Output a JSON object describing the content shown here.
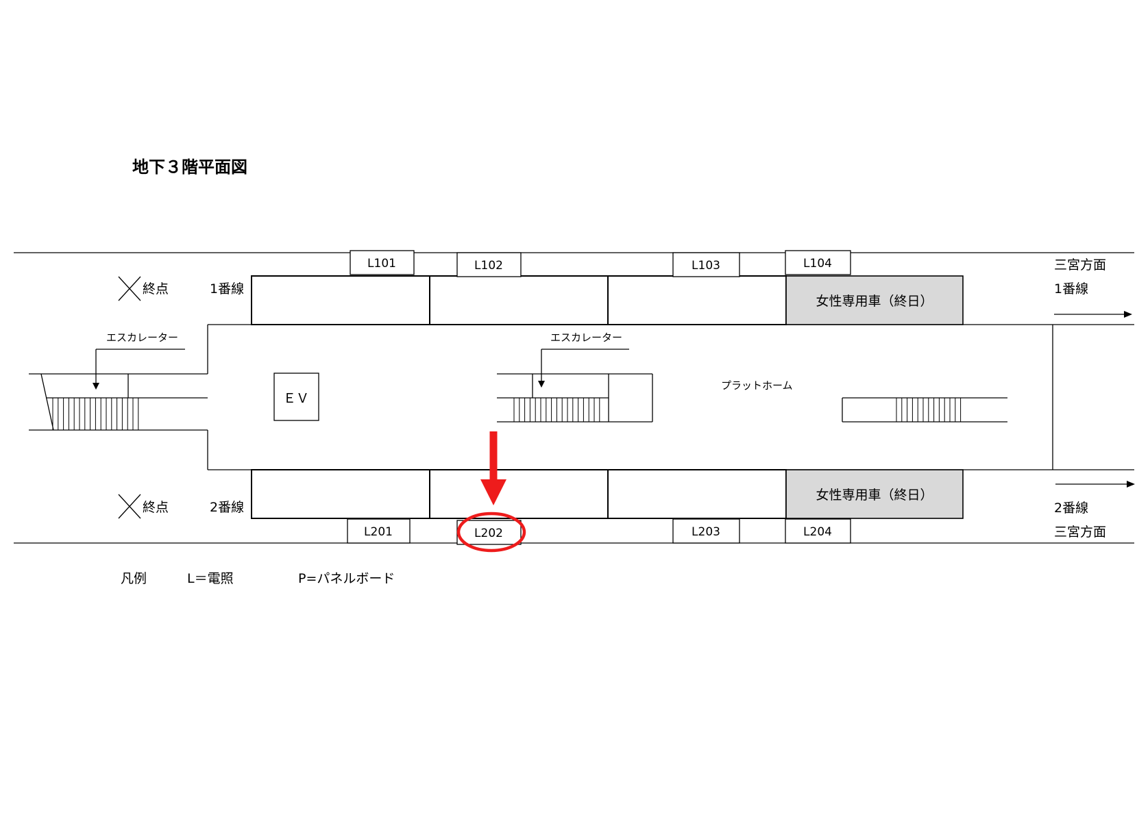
{
  "title": "地下３階平面図",
  "terminal": {
    "mark_label": "終点"
  },
  "tracks": {
    "track1": "1番線",
    "track2": "2番線"
  },
  "direction": {
    "sannomiya": "三宮方面",
    "track1": "1番線",
    "track2": "2番線"
  },
  "escalator_label": "エスカレーター",
  "elevator_label": "ＥＶ",
  "platform_label": "プラットホーム",
  "women_car_label": "女性専用車（終日）",
  "lamps": {
    "L101": "L101",
    "L102": "L102",
    "L103": "L103",
    "L104": "L104",
    "L201": "L201",
    "L202": "L202",
    "L203": "L203",
    "L204": "L204"
  },
  "highlight": {
    "target": "L202",
    "color": "#ee1c1c"
  },
  "legend": {
    "heading": "凡例",
    "lamp": "L＝電照",
    "panel": "P=パネルボード"
  },
  "colors": {
    "women_car_fill": "#d9d9d9",
    "highlight": "#ee1c1c"
  }
}
